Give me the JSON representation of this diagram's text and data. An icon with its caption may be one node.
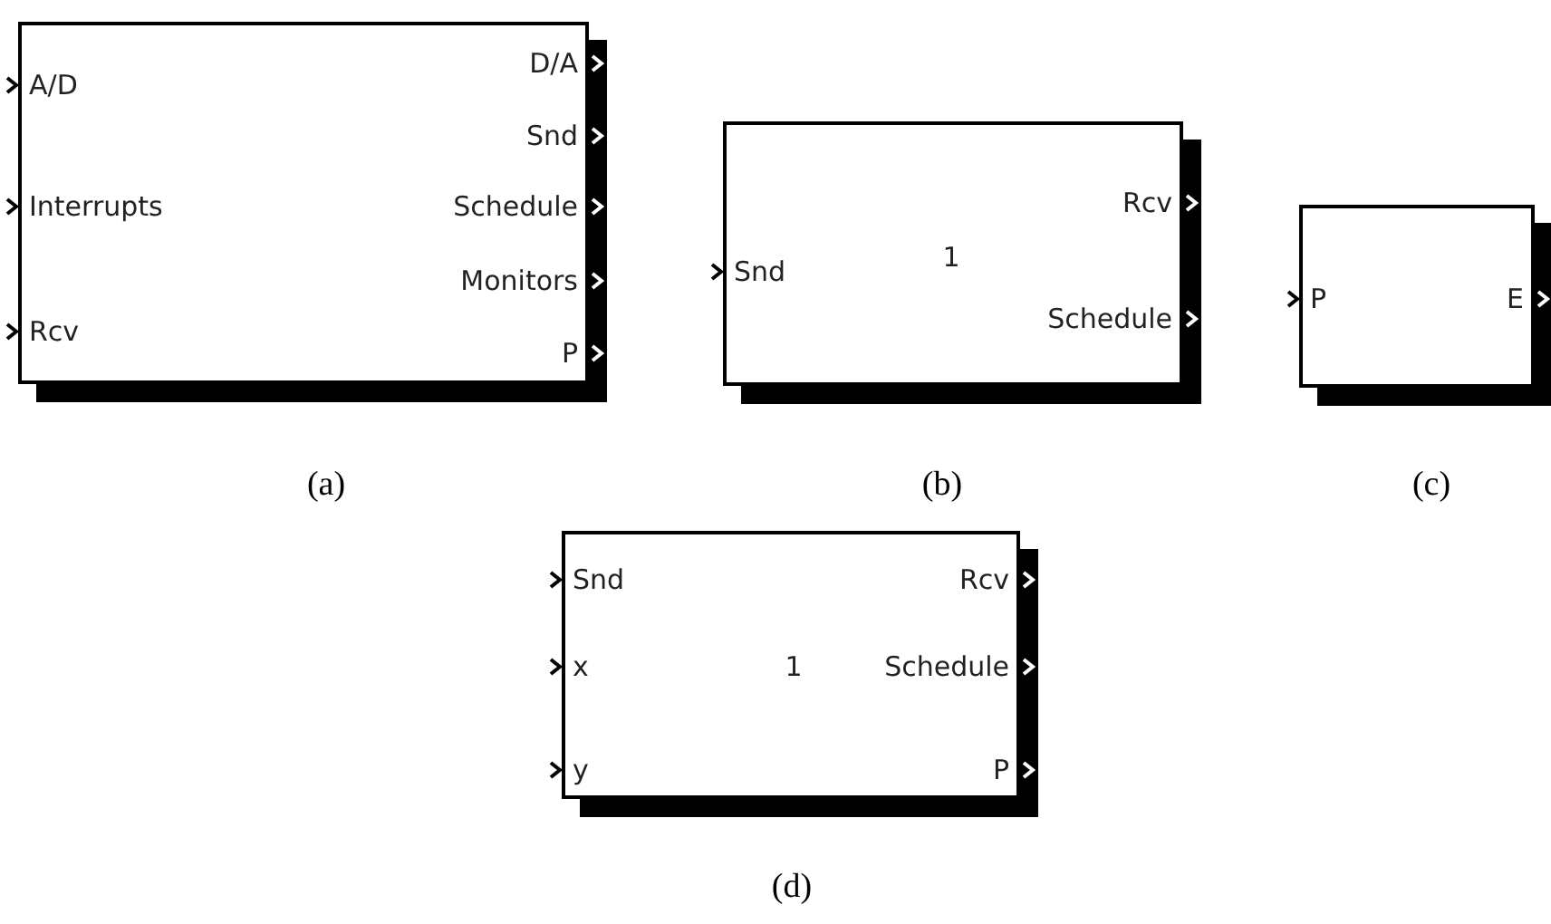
{
  "diagram": {
    "nodes": [
      {
        "text": [],
        "shape": "box",
        "beside": [
          "(a)"
        ]
      },
      {
        "text": [
          "A/D"
        ],
        "in": 0
      },
      {
        "text": [
          "Interrupts"
        ],
        "in": 0
      },
      {
        "text": [
          "Rcv"
        ],
        "in": 0
      },
      {
        "text": [
          "D/A"
        ],
        "in": 0
      },
      {
        "text": [
          "Snd"
        ],
        "in": 0
      },
      {
        "text": [
          "Schedule"
        ],
        "in": 0
      },
      {
        "text": [
          "Monitors"
        ],
        "in": 0
      },
      {
        "text": [
          "P"
        ],
        "in": 0
      },
      {
        "text": [],
        "shape": "box",
        "beside": [
          "(b)"
        ]
      },
      {
        "text": [
          "Snd"
        ],
        "in": 9
      },
      {
        "text": [
          "1"
        ],
        "in": 9
      },
      {
        "text": [
          "Rcv"
        ],
        "in": 9
      },
      {
        "text": [
          "Schedule"
        ],
        "in": 9
      },
      {
        "text": [],
        "shape": "box",
        "beside": [
          "(c)"
        ]
      },
      {
        "text": [
          "P"
        ],
        "in": 14
      },
      {
        "text": [
          "E"
        ],
        "in": 14
      },
      {
        "text": [],
        "shape": "box",
        "beside": [
          "(d)"
        ]
      },
      {
        "text": [
          "Snd"
        ],
        "in": 17
      },
      {
        "text": [
          "x"
        ],
        "in": 17
      },
      {
        "text": [
          "y"
        ],
        "in": 17
      },
      {
        "text": [
          "1"
        ],
        "in": 17
      },
      {
        "text": [
          "Rcv"
        ],
        "in": 17
      },
      {
        "text": [
          "Schedule"
        ],
        "in": 17
      },
      {
        "text": [
          "P"
        ],
        "in": 17
      }
    ],
    "edges": []
  }
}
